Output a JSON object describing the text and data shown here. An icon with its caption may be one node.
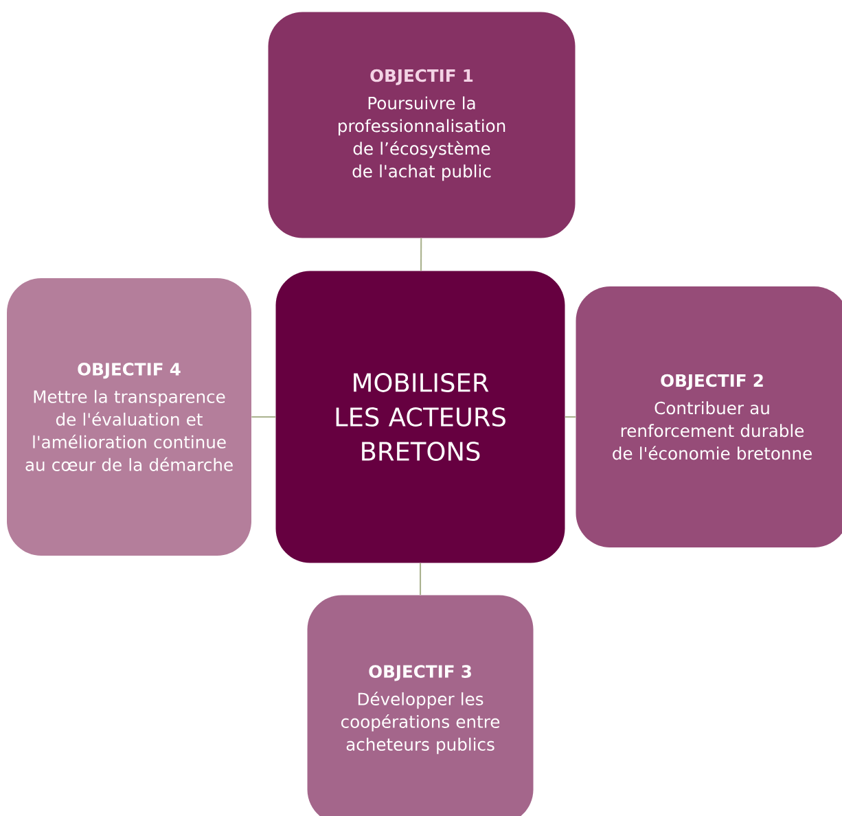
{
  "diagram": {
    "nodes": [
      {
        "text": [
          "MOBILISER LES ACTEURS BRETONS"
        ]
      },
      {
        "text": [
          "OBJECTIF 1",
          "Poursuivre la professionnalisation de l’écosystème de l'achat public"
        ]
      },
      {
        "text": [
          "OBJECTIF 2",
          "Contribuer au renforcement durable de l'économie bretonne"
        ]
      },
      {
        "text": [
          "OBJECTIF 3",
          "Développer les coopérations entre acheteurs publics"
        ]
      },
      {
        "text": [
          "OBJECTIF 4",
          "Mettre la transparence de l'évaluation et l'amélioration continue au cœur de la démarche"
        ]
      }
    ],
    "edges": [
      {
        "from": 0,
        "to": 1,
        "arrow": "none"
      },
      {
        "from": 0,
        "to": 2,
        "arrow": "none"
      },
      {
        "from": 0,
        "to": 3,
        "arrow": "none"
      },
      {
        "from": 0,
        "to": 4,
        "arrow": "none"
      }
    ]
  }
}
